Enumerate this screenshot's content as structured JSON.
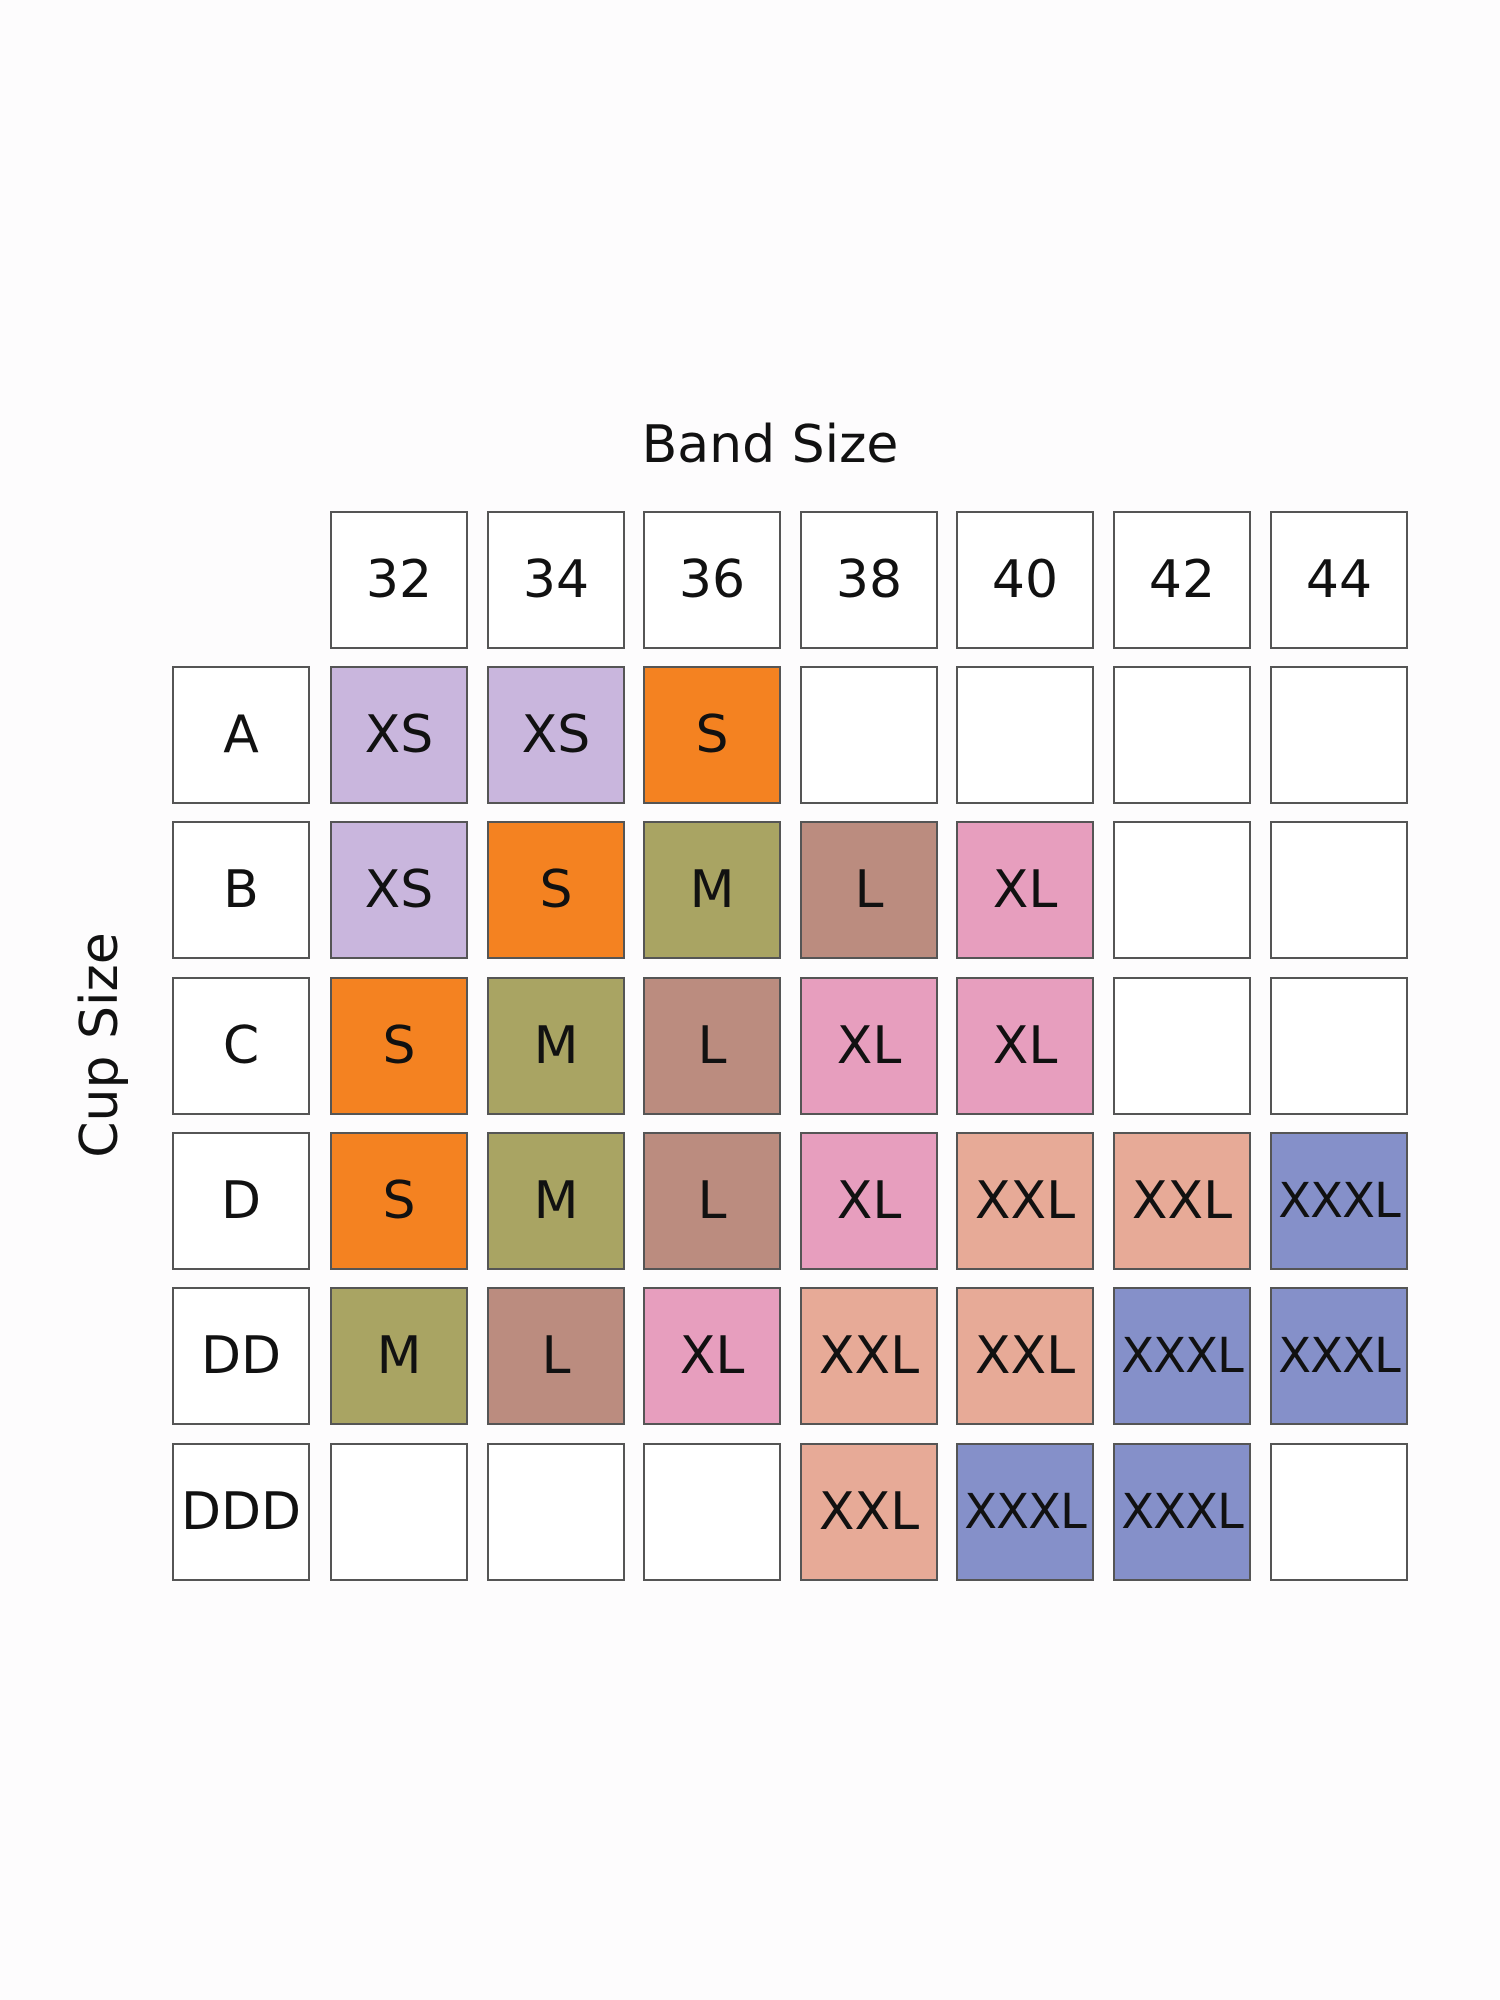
{
  "chart_data": {
    "type": "table",
    "title": "",
    "xlabel": "Band Size",
    "ylabel": "Cup Size",
    "columns": [
      "32",
      "34",
      "36",
      "38",
      "40",
      "42",
      "44"
    ],
    "rows": [
      "A",
      "B",
      "C",
      "D",
      "DD",
      "DDD"
    ],
    "cells": [
      [
        "XS",
        "XS",
        "S",
        "",
        "",
        "",
        ""
      ],
      [
        "XS",
        "S",
        "M",
        "L",
        "XL",
        "",
        ""
      ],
      [
        "S",
        "M",
        "L",
        "XL",
        "XL",
        "",
        ""
      ],
      [
        "S",
        "M",
        "L",
        "XL",
        "XXL",
        "XXL",
        "XXXL"
      ],
      [
        "M",
        "L",
        "XL",
        "XXL",
        "XXL",
        "XXXL",
        "XXXL"
      ],
      [
        "",
        "",
        "",
        "XXL",
        "XXXL",
        "XXXL",
        ""
      ]
    ],
    "size_colors": {
      "XS": "#c9b6dd",
      "S": "#f48221",
      "M": "#a9a463",
      "L": "#bb8c7f",
      "XL": "#e79ebe",
      "XXL": "#e7aa97",
      "XXXL": "#8590c9",
      "empty": "#ffffff"
    }
  }
}
